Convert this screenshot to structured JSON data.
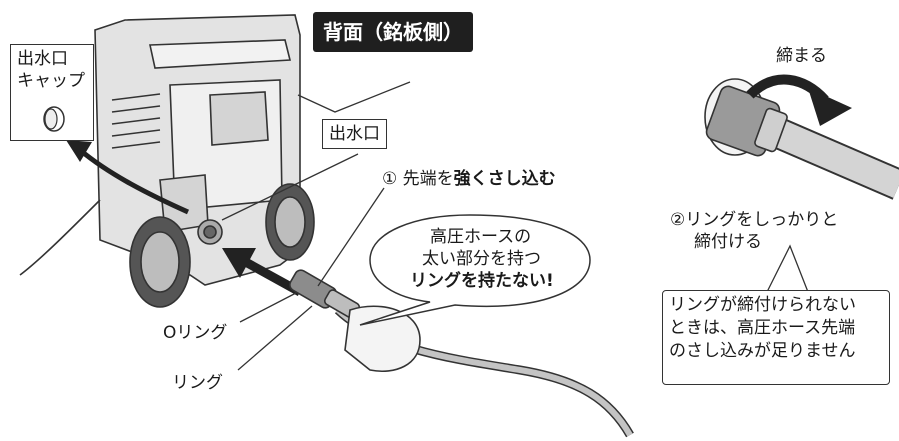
{
  "labels": {
    "rear_nameplate": "背面（銘板側）",
    "outlet_cap_line1": "出水口",
    "outlet_cap_line2": "キャップ",
    "outlet": "出水口",
    "step1_marker": "①",
    "step1_text_normal": "先端を",
    "step1_text_bold": "強くさし込む",
    "bubble_line1": "高圧ホースの",
    "bubble_line2": "太い部分を持つ",
    "bubble_line3": "リングを持たない!",
    "o_ring": "Oリング",
    "ring": "リング",
    "tighten": "締まる",
    "step2_line1": "②リングをしっかりと",
    "step2_line2": "締付ける",
    "warn_line1": "リングが締付けられない",
    "warn_line2": "ときは、高圧ホース先端",
    "warn_line3": "のさし込みが足りません"
  },
  "colors": {
    "line": "#333333",
    "badge_bg": "#1f1f1f",
    "device_fill": "#d9d9d9",
    "hose_fill": "#bfbfbf"
  }
}
